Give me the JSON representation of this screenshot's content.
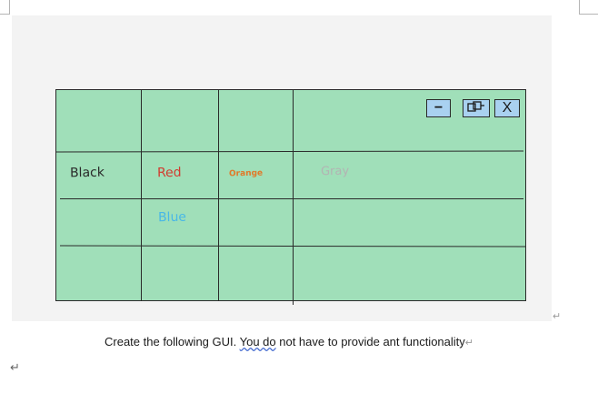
{
  "gui": {
    "row_labels": {
      "black": "Black",
      "red": "Red",
      "orange": "Orange",
      "gray": "Gray",
      "blue": "Blue"
    },
    "controls": {
      "minimize_glyph": "−",
      "close_glyph": "X"
    },
    "colors": {
      "window_background": "#a0dfb9",
      "button_background": "#a9d1f0",
      "black_text": "#2a2a2a",
      "red_text": "#d23b2f",
      "orange_text": "#e07a2a",
      "gray_text": "#b3b3b3",
      "blue_text": "#49b8e6"
    }
  },
  "caption": {
    "part1": "Create the following GUI. ",
    "part2": "You  do",
    "part3": " not have to provide ant functionality"
  },
  "marks": {
    "paragraph": "↵",
    "cursor_mark": "↵"
  }
}
